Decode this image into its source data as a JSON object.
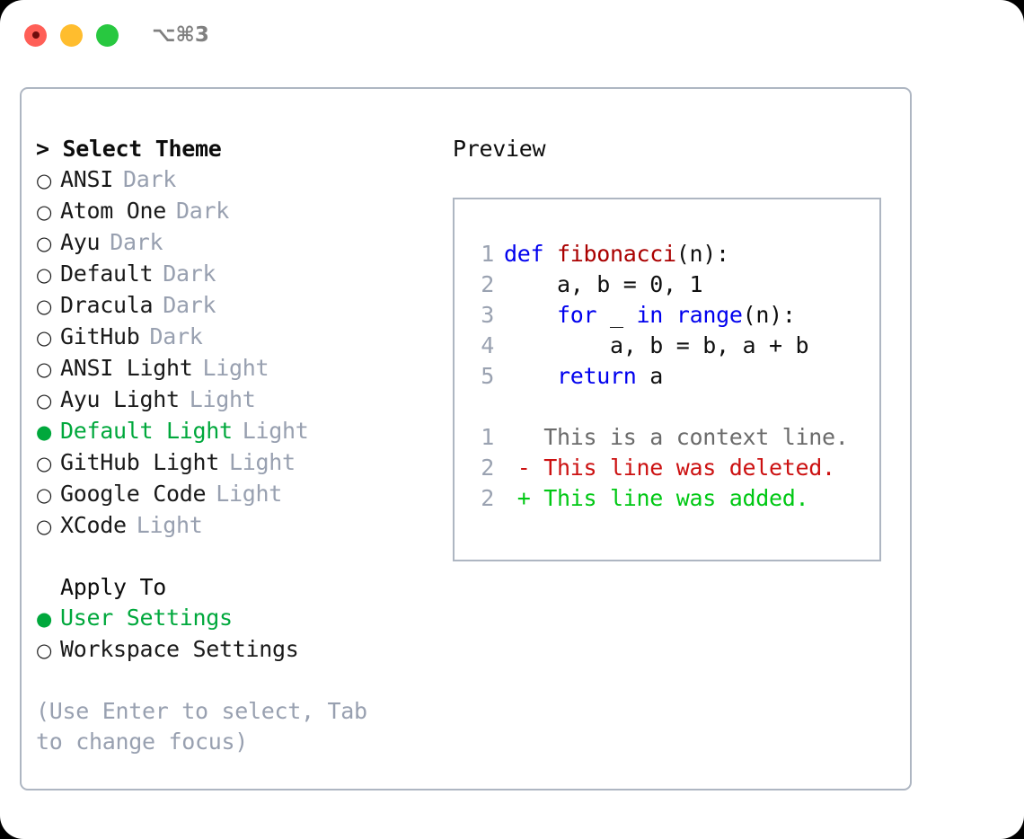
{
  "window": {
    "traffic_lights": [
      "close-red",
      "minimize-yellow",
      "maximize-green"
    ],
    "shortcut": "⌥⌘3"
  },
  "theme_list": {
    "header_caret": "> ",
    "header_label": "Select Theme",
    "bullet_unselected": "○",
    "bullet_selected": "●",
    "items": [
      {
        "name": "ANSI",
        "category": "Dark",
        "selected": false
      },
      {
        "name": "Atom One",
        "category": "Dark",
        "selected": false
      },
      {
        "name": "Ayu",
        "category": "Dark",
        "selected": false
      },
      {
        "name": "Default",
        "category": "Dark",
        "selected": false
      },
      {
        "name": "Dracula",
        "category": "Dark",
        "selected": false
      },
      {
        "name": "GitHub",
        "category": "Dark",
        "selected": false
      },
      {
        "name": "ANSI Light",
        "category": "Light",
        "selected": false
      },
      {
        "name": "Ayu Light",
        "category": "Light",
        "selected": false
      },
      {
        "name": "Default Light",
        "category": "Light",
        "selected": true
      },
      {
        "name": "GitHub Light",
        "category": "Light",
        "selected": false
      },
      {
        "name": "Google Code",
        "category": "Light",
        "selected": false
      },
      {
        "name": "XCode",
        "category": "Light",
        "selected": false
      }
    ]
  },
  "apply_to": {
    "header_label": "Apply To",
    "items": [
      {
        "name": "User Settings",
        "selected": true
      },
      {
        "name": "Workspace Settings",
        "selected": false
      }
    ]
  },
  "hint": "(Use Enter to select, Tab to change focus)",
  "preview": {
    "title": "Preview",
    "code_lines": [
      {
        "no": "1",
        "tokens": [
          {
            "t": "def ",
            "c": "kw"
          },
          {
            "t": "fibonacci",
            "c": "fn"
          },
          {
            "t": "(n):",
            "c": "pl"
          }
        ]
      },
      {
        "no": "2",
        "tokens": [
          {
            "t": "    a, b = 0, 1",
            "c": "pl"
          }
        ]
      },
      {
        "no": "3",
        "tokens": [
          {
            "t": "    ",
            "c": "pl"
          },
          {
            "t": "for",
            "c": "kw"
          },
          {
            "t": " _ ",
            "c": "pl"
          },
          {
            "t": "in",
            "c": "kw"
          },
          {
            "t": " ",
            "c": "pl"
          },
          {
            "t": "range",
            "c": "kw"
          },
          {
            "t": "(n):",
            "c": "pl"
          }
        ]
      },
      {
        "no": "4",
        "tokens": [
          {
            "t": "        a, b = b, a + b",
            "c": "pl"
          }
        ]
      },
      {
        "no": "5",
        "tokens": [
          {
            "t": "    ",
            "c": "pl"
          },
          {
            "t": "return",
            "c": "kw"
          },
          {
            "t": " a",
            "c": "pl"
          }
        ]
      }
    ],
    "diff_lines": [
      {
        "no": "1",
        "text": "   This is a context line.",
        "kind": "dim"
      },
      {
        "no": "2",
        "text": " - This line was deleted.",
        "kind": "del"
      },
      {
        "no": "2",
        "text": " + This line was added.",
        "kind": "add"
      }
    ]
  },
  "colors": {
    "accent_green": "#00a83c",
    "muted_gray": "#98a0b0",
    "border": "#aeb6c2",
    "keyword_blue": "#0000ee",
    "function_red": "#aa0000",
    "diff_deleted": "#cc1111",
    "diff_added": "#00c814",
    "traffic_red": "#ff5f57",
    "traffic_yellow": "#ffbd2e",
    "traffic_green": "#28c840"
  }
}
